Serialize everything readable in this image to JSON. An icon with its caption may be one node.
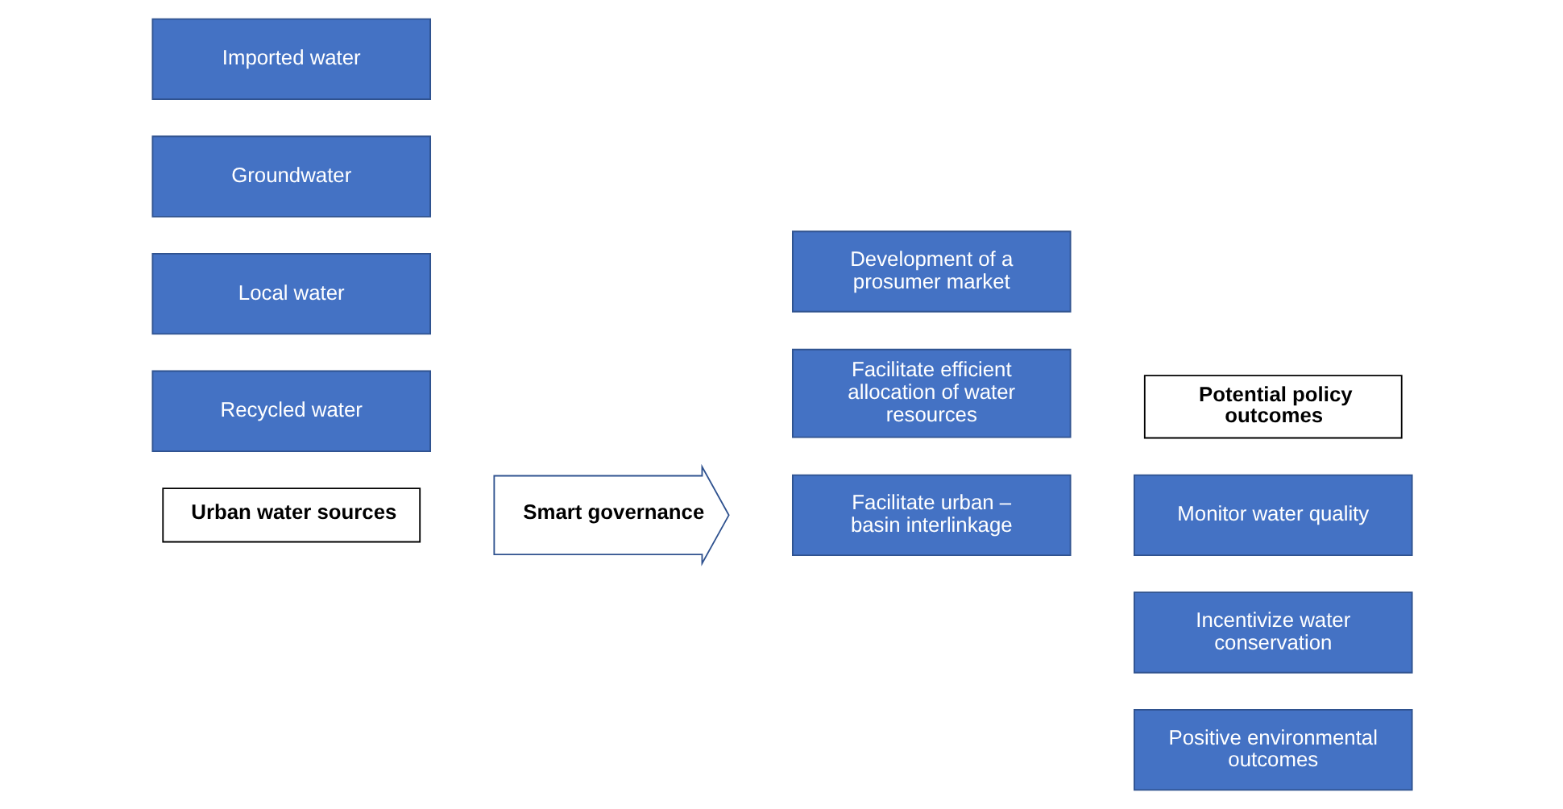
{
  "diagram": {
    "nodes": [
      {
        "text": [
          "Urban water sources"
        ]
      },
      {
        "text": [
          "Imported water"
        ]
      },
      {
        "text": [
          "Groundwater"
        ]
      },
      {
        "text": [
          "Local water"
        ]
      },
      {
        "text": [
          "Recycled water"
        ]
      },
      {
        "text": [
          "Smart governance"
        ]
      },
      {
        "text": [
          "Development of a prosumer market"
        ]
      },
      {
        "text": [
          "Facilitate urban – basin interlinkage"
        ]
      },
      {
        "text": [
          "Facilitate efficient allocation of water resources"
        ]
      },
      {
        "text": [
          "Potential policy outcomes"
        ]
      },
      {
        "text": [
          "Monitor water quality"
        ]
      },
      {
        "text": [
          "Incentivize water conservation"
        ]
      },
      {
        "text": [
          "Positive environmental outcomes"
        ]
      }
    ],
    "edges": []
  }
}
